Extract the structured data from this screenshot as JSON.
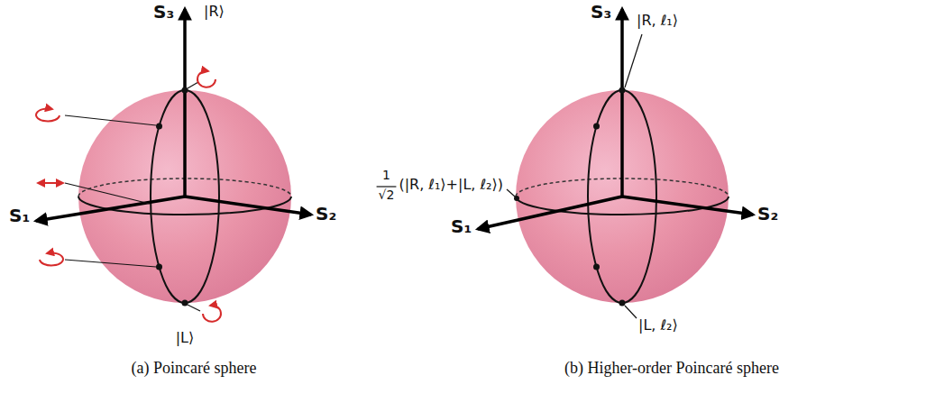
{
  "diagram": {
    "labels": [
      "S₃",
      "|R⟩",
      "S₁",
      "S₂",
      "|L⟩",
      "(a) Poincaré sphere",
      "S₃",
      "|R, ℓ₁⟩",
      "1",
      "√2",
      "(|R, ℓ₁⟩+|L, ℓ₂⟩)",
      "S₁",
      "S₂",
      "|L, ℓ₂⟩",
      "(b) Higher-order Poincaré sphere"
    ]
  }
}
